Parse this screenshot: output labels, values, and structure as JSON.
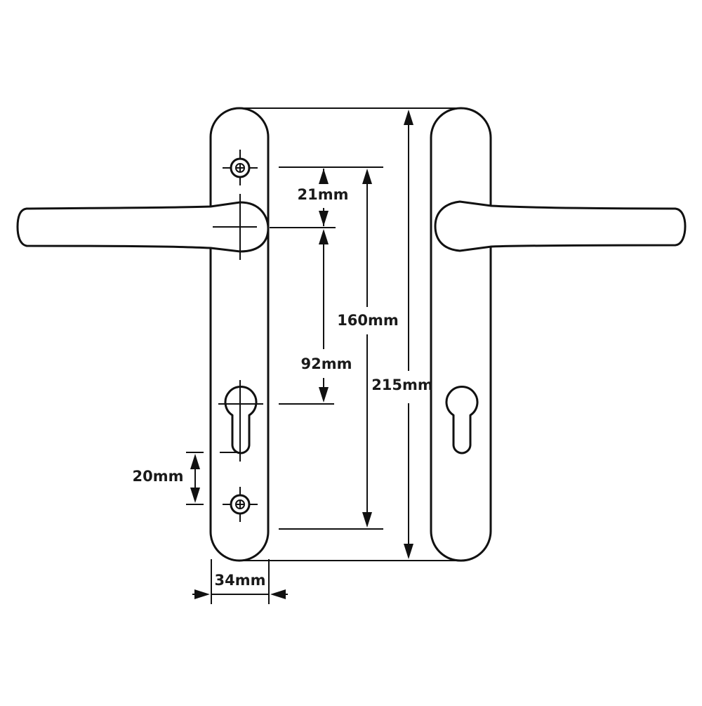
{
  "diagram": {
    "title": "Door handle on backplate dimensions",
    "colors": {
      "line": "#111111",
      "background": "#ffffff",
      "text": "#1a1a1a"
    },
    "components": {
      "left_backplate": "Lever handle backplate with screw holes and euro cylinder cut-out",
      "right_backplate": "Lever handle backplate with euro cylinder cut-out",
      "left_lever": "Lever handle pointing left",
      "right_lever": "Lever handle pointing right"
    },
    "dimensions": {
      "screw_to_spindle": "21mm",
      "spindle_centre_to_cylinder": "92mm",
      "screw_centres": "160mm",
      "plate_height": "215mm",
      "cylinder_to_screw": "20mm",
      "plate_width": "34mm"
    }
  }
}
